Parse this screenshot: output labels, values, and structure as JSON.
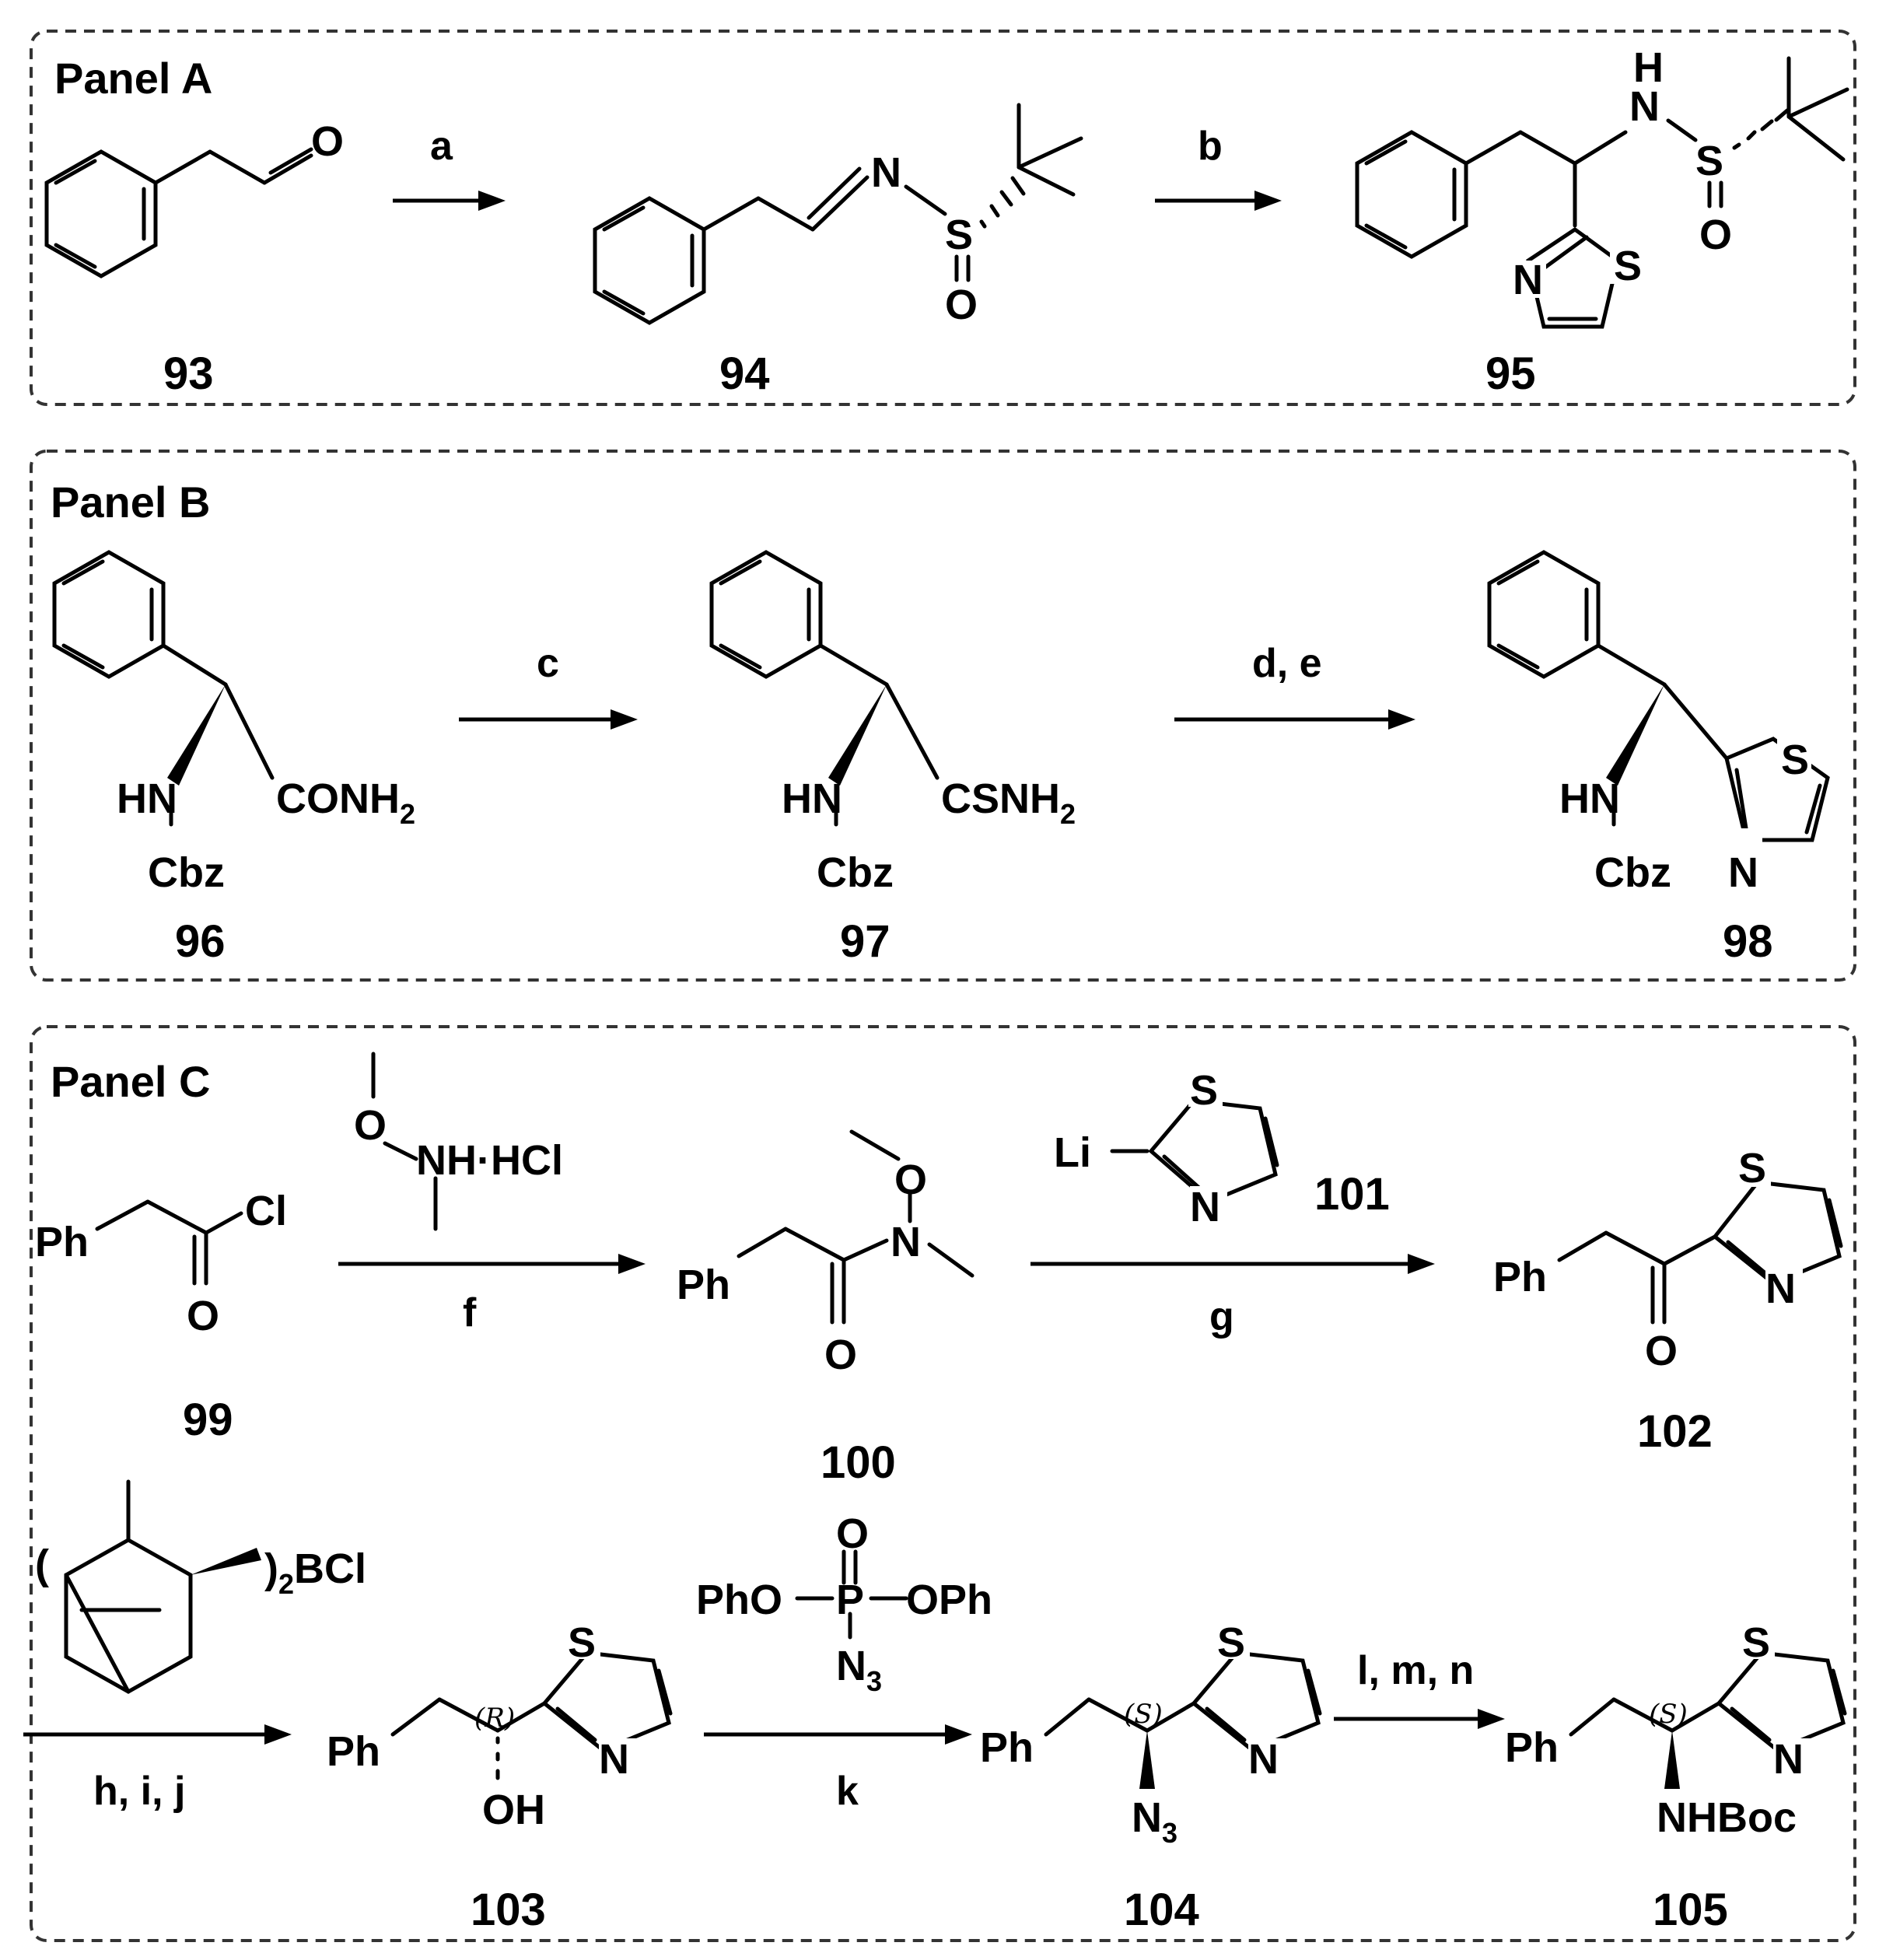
{
  "panels": {
    "a": "Panel A",
    "b": "Panel B",
    "c": "Panel C"
  },
  "compounds": {
    "c93": "93",
    "c94": "94",
    "c95": "95",
    "c96": "96",
    "c97": "97",
    "c98": "98",
    "c99": "99",
    "c100": "100",
    "c101": "101",
    "c102": "102",
    "c103": "103",
    "c104": "104",
    "c105": "105"
  },
  "conditions": {
    "a": "a",
    "b": "b",
    "c": "c",
    "de": "d, e",
    "f": "f",
    "g": "g",
    "hij": "h, i, j",
    "k": "k",
    "lmn": "l, m, n"
  },
  "atoms": {
    "O": "O",
    "N": "N",
    "S": "S",
    "H": "H",
    "HN": "HN",
    "Cbz": "Cbz",
    "CONH": "CONH",
    "CSNH": "CSNH",
    "sub2": "2",
    "sub3": "3",
    "Ph": "Ph",
    "Cl": "Cl",
    "Li": "Li",
    "OH": "OH",
    "N3": "N",
    "NHBoc": "NHBoc",
    "NHHCl": "NH·HCl",
    "BCl": "BCl",
    "paren_open": "(",
    "paren_close": ")",
    "PhO": "PhO",
    "P": "P",
    "OPh": "OPh"
  },
  "stereo": {
    "R": "(R)",
    "S": "(S)"
  }
}
